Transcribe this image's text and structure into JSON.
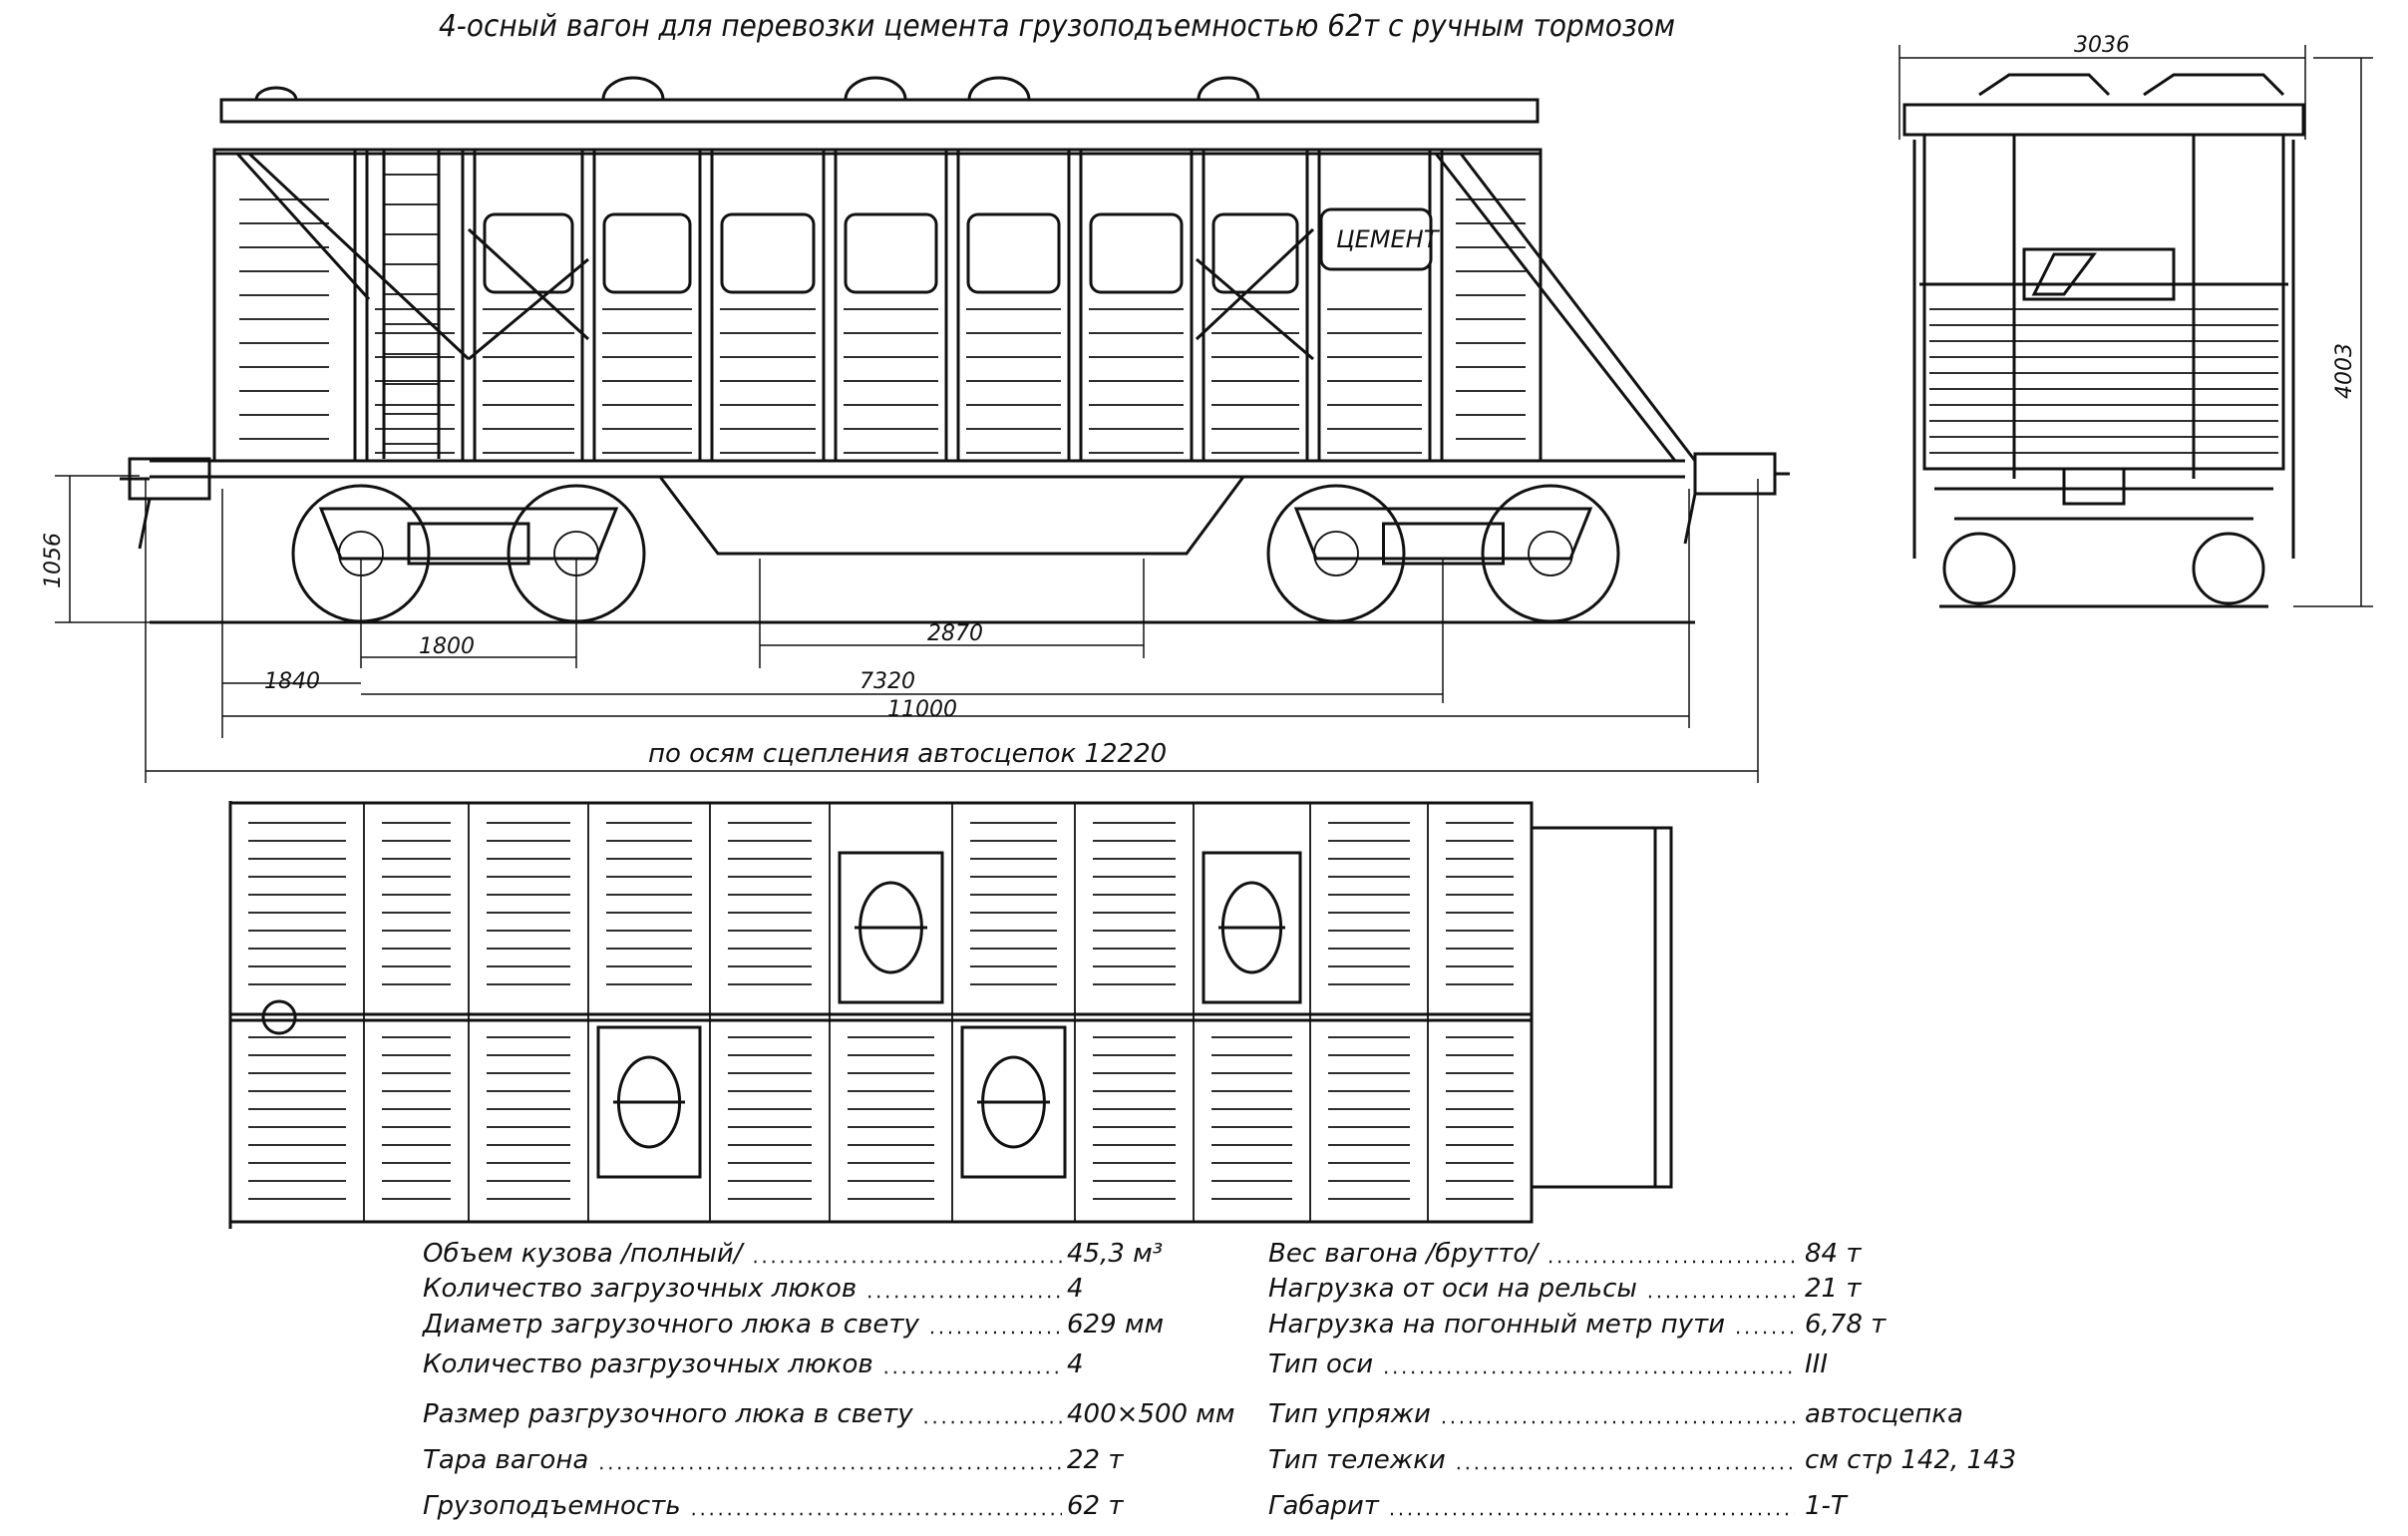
{
  "title": "4-осный вагон для перевозки цемента грузоподъемностью 62т  с ручным тормозом",
  "side_view": {
    "label_plate": "ЦЕМЕНТ",
    "dimensions": {
      "height_coupler": "1056",
      "bogie_base": "1800",
      "hopper": "2870",
      "overhang": "1840",
      "bogie_centers": "7320",
      "frame_length": "11000",
      "coupler_length": "по осям сцепления автосцепок 12220"
    }
  },
  "end_view": {
    "dimensions": {
      "width": "3036",
      "height": "4003"
    }
  },
  "specs_left": [
    {
      "label": "Объем кузова /полный/",
      "value": "45,3 м³"
    },
    {
      "label": "Количество загрузочных люков",
      "value": "4"
    },
    {
      "label": "Диаметр загрузочного люка в свету",
      "value": "629 мм"
    },
    {
      "label": "Количество разгрузочных люков",
      "value": "4"
    },
    {
      "label": "Размер разгрузочного люка в свету",
      "value": "400×500 мм"
    },
    {
      "label": "Тара вагона",
      "value": "22 т"
    },
    {
      "label": "Грузоподъемность",
      "value": "62 т"
    }
  ],
  "specs_right": [
    {
      "label": "Вес вагона /брутто/",
      "value": "84 т"
    },
    {
      "label": "Нагрузка от оси на рельсы",
      "value": "21 т"
    },
    {
      "label": "Нагрузка на погонный метр пути",
      "value": "6,78 т"
    },
    {
      "label": "Тип оси",
      "value": "III"
    },
    {
      "label": "Тип упряжи",
      "value": "автосцепка"
    },
    {
      "label": "Тип тележки",
      "value": "см стр 142, 143"
    },
    {
      "label": "Габарит",
      "value": "1-Т"
    }
  ]
}
